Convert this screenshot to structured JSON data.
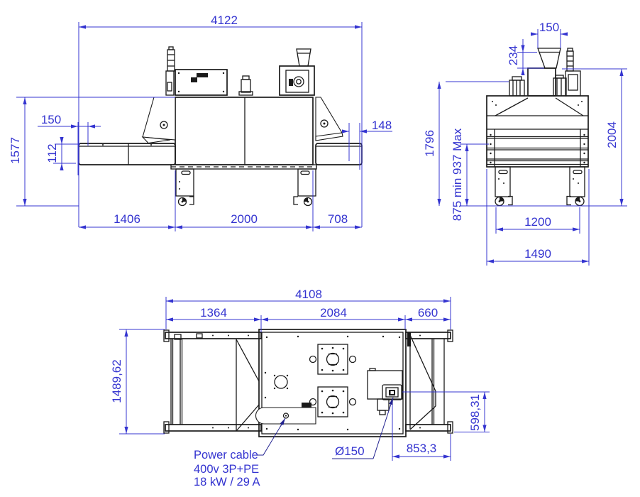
{
  "drawing": {
    "side_view": {
      "overall_width": "4122",
      "height": "1577",
      "belt_offset": "150",
      "belt_height": "112",
      "discharge_gap": "148",
      "infeed_length": "1406",
      "tunnel_length": "2000",
      "outfeed_length": "708"
    },
    "front_view": {
      "chimney_width": "150",
      "chimney_height": "234",
      "hood_height": "1796",
      "overall_height": "2004",
      "work_height": "875 min 937 Max",
      "leg_span": "1200",
      "overall_width": "1490"
    },
    "plan_view": {
      "overall_length": "4108",
      "infeed_length": "1364",
      "tunnel_length": "2084",
      "outfeed_length": "660",
      "overall_width": "1489,62",
      "connector_offset": "598,31",
      "connector_to_end": "853,3",
      "exhaust_diameter": "Ø150"
    },
    "notes": {
      "power_cable_line1": "Power cable",
      "power_cable_line2": "400v 3P+PE",
      "power_cable_line3": "18 kW / 29 A"
    },
    "colors": {
      "dimension_blue": "#3434d0",
      "leader_navy": "#20208f",
      "line_black": "#1a1a1a",
      "background": "#ffffff"
    }
  }
}
